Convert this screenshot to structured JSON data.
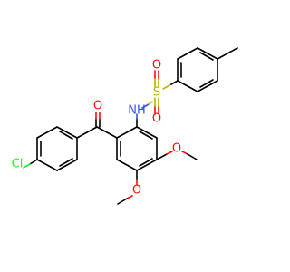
{
  "atoms": {
    "chlorine": "Cl",
    "carbonyl_oxygen": "O",
    "nitrogen_h": "NH",
    "sulfur": "S",
    "sulfonyl_oxygen_top": "O",
    "sulfonyl_oxygen_bottom": "O",
    "methoxy_oxygen_upper": "O",
    "methoxy_oxygen_lower": "O"
  },
  "colors": {
    "carbon_bond": "#000000",
    "oxygen": "#ff0d0d",
    "nitrogen": "#3050f8",
    "sulfur": "#b8b800",
    "chlorine": "#1ff01f"
  }
}
